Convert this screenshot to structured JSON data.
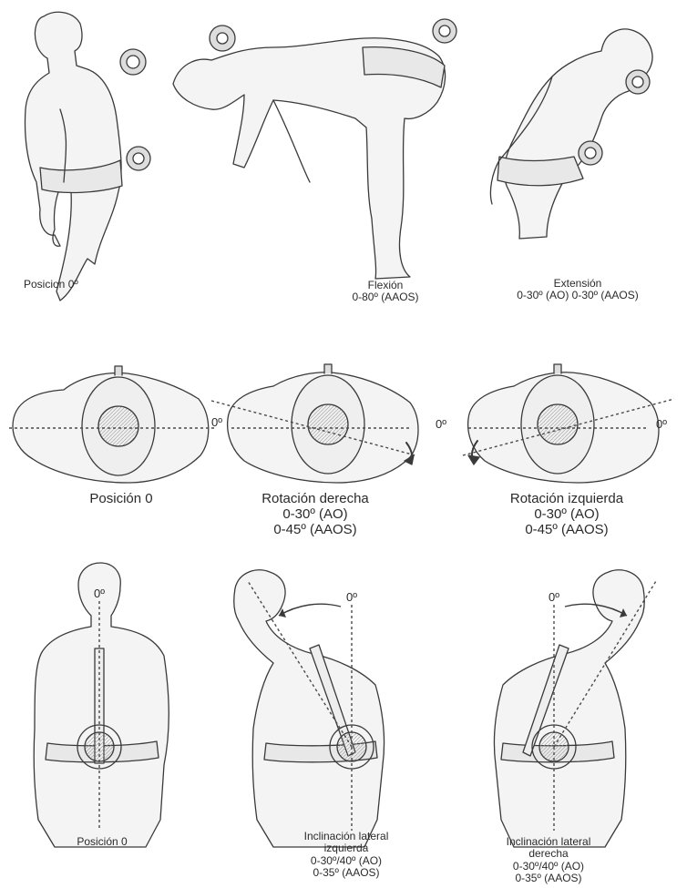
{
  "row1": {
    "posicion": {
      "title": "Posicion 0º"
    },
    "flexion": {
      "title": "Flexión",
      "range": "0-80º (AAOS)"
    },
    "extension": {
      "title": "Extensión",
      "range": "0-30º (AO)  0-30º (AAOS)"
    }
  },
  "row2": {
    "posicion": {
      "title": "Posición 0"
    },
    "rot_der": {
      "title": "Rotación  derecha",
      "ao": "0-30º (AO)",
      "aaos": "0-45º (AAOS)"
    },
    "rot_izq": {
      "title": "Rotación  izquierda",
      "ao": "0-30º (AO)",
      "aaos": "0-45º (AAOS)"
    },
    "deg_mark": "0º"
  },
  "row3": {
    "posicion": {
      "title": "Posición 0"
    },
    "incl_izq": {
      "title1": "Inclinación lateral",
      "title2": "izquierda",
      "ao": "0-30º/40º (AO)",
      "aaos": "0-35º (AAOS)"
    },
    "incl_der": {
      "title1": "Inclinación lateral",
      "title2": "derecha",
      "ao": "0-30º/40º (AO)",
      "aaos": "0-35º (AAOS)"
    },
    "deg_mark": "0º"
  },
  "colors": {
    "line": "#3a3a3a",
    "fill": "#f3f3f3",
    "shade": "#d9d9d9"
  }
}
